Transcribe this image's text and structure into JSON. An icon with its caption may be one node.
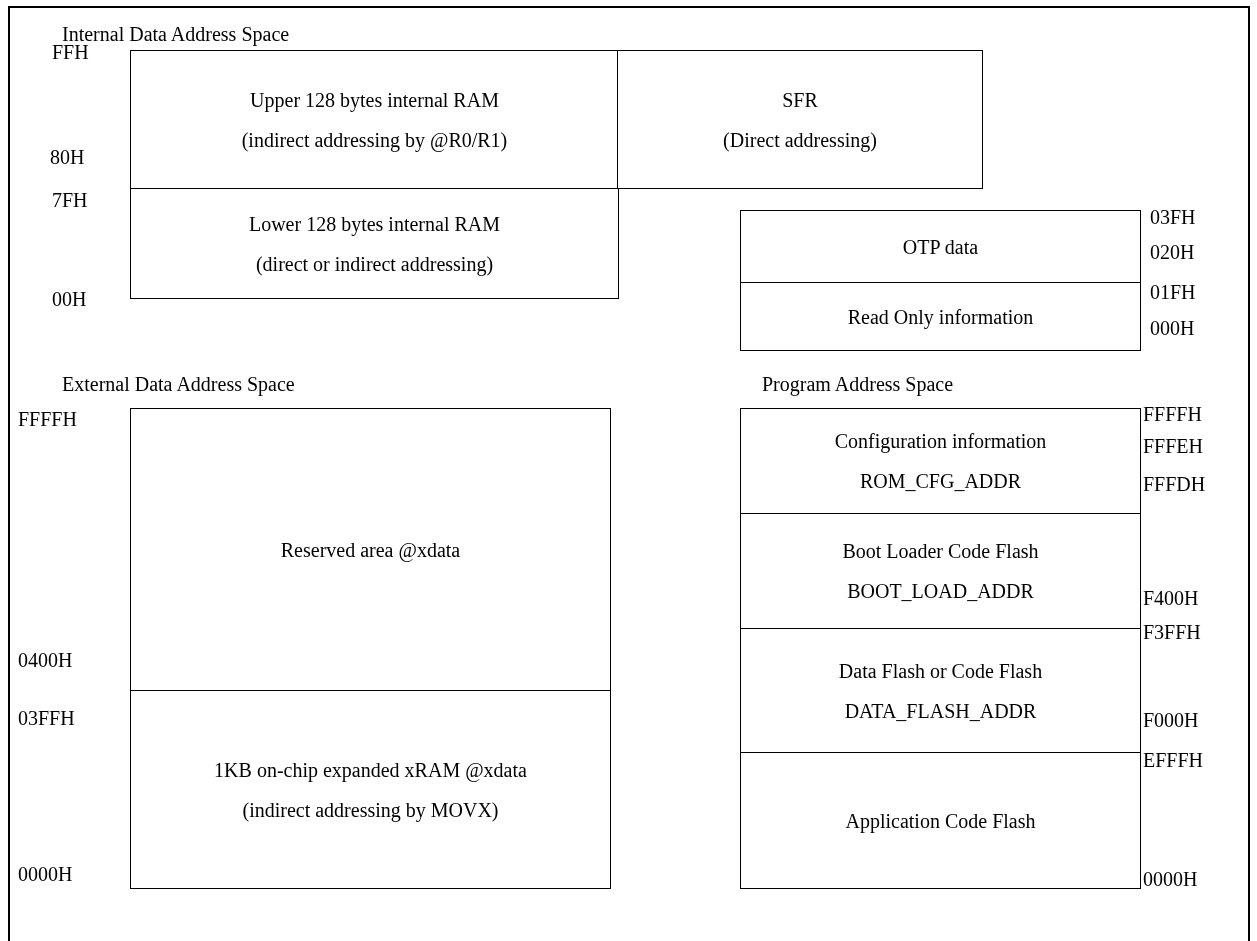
{
  "diagram": {
    "nodes": [
      {
        "text": [
          "Upper 128 bytes internal RAM",
          "(indirect addressing by @R0/R1)"
        ]
      },
      {
        "text": [
          "SFR",
          "(Direct addressing)"
        ]
      },
      {
        "text": [
          "Lower 128 bytes internal RAM",
          "(direct or indirect addressing)"
        ]
      },
      {
        "text": [
          "OTP data"
        ]
      },
      {
        "text": [
          "Read Only information"
        ]
      },
      {
        "text": [
          "Reserved area @xdata"
        ]
      },
      {
        "text": [
          "1KB on-chip expanded xRAM @xdata",
          "(indirect addressing by MOVX)"
        ]
      },
      {
        "text": [
          "Configuration information",
          "ROM_CFG_ADDR"
        ]
      },
      {
        "text": [
          "Boot Loader Code Flash",
          "BOOT_LOAD_ADDR"
        ]
      },
      {
        "text": [
          "Data Flash or Code Flash",
          "DATA_FLASH_ADDR"
        ]
      },
      {
        "text": [
          "Application Code Flash"
        ]
      }
    ],
    "edges": [],
    "labels": [
      "Internal Data Address Space",
      "FFH",
      "80H",
      "7FH",
      "03FH",
      "020H",
      "00H",
      "01FH",
      "000H",
      "External Data Address Space",
      "Program Address Space",
      "FFFFH",
      "FFFFH",
      "FFFEH",
      "FFFDH",
      "F400H",
      "F3FFH",
      "0400H",
      "03FFH",
      "F000H",
      "EFFFH",
      "0000H",
      "0000H"
    ]
  }
}
